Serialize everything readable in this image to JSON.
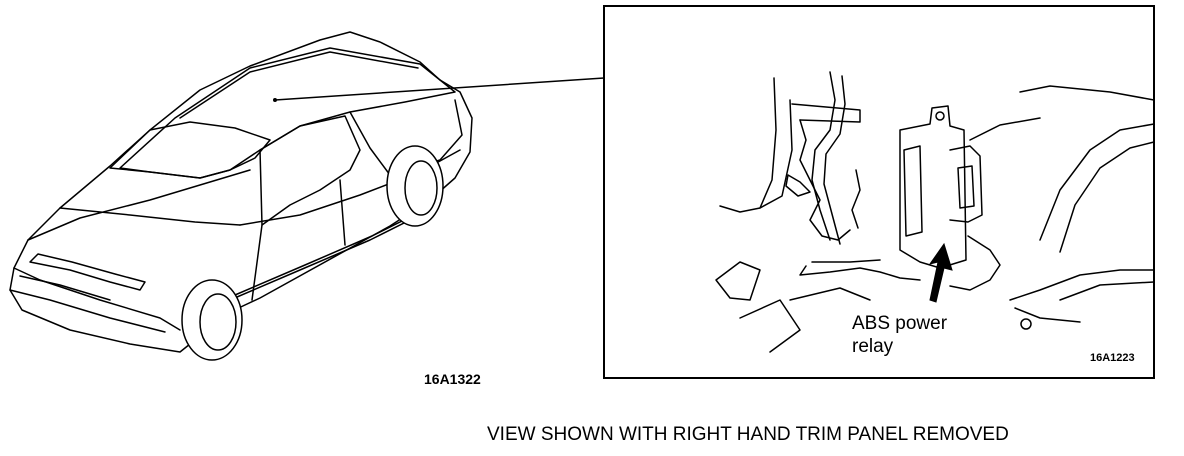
{
  "car_view": {
    "code": "16A1322"
  },
  "detail_view": {
    "code": "16A1223",
    "callout_line1": "ABS power",
    "callout_line2": "relay"
  },
  "caption": "VIEW SHOWN WITH RIGHT HAND TRIM PANEL REMOVED"
}
